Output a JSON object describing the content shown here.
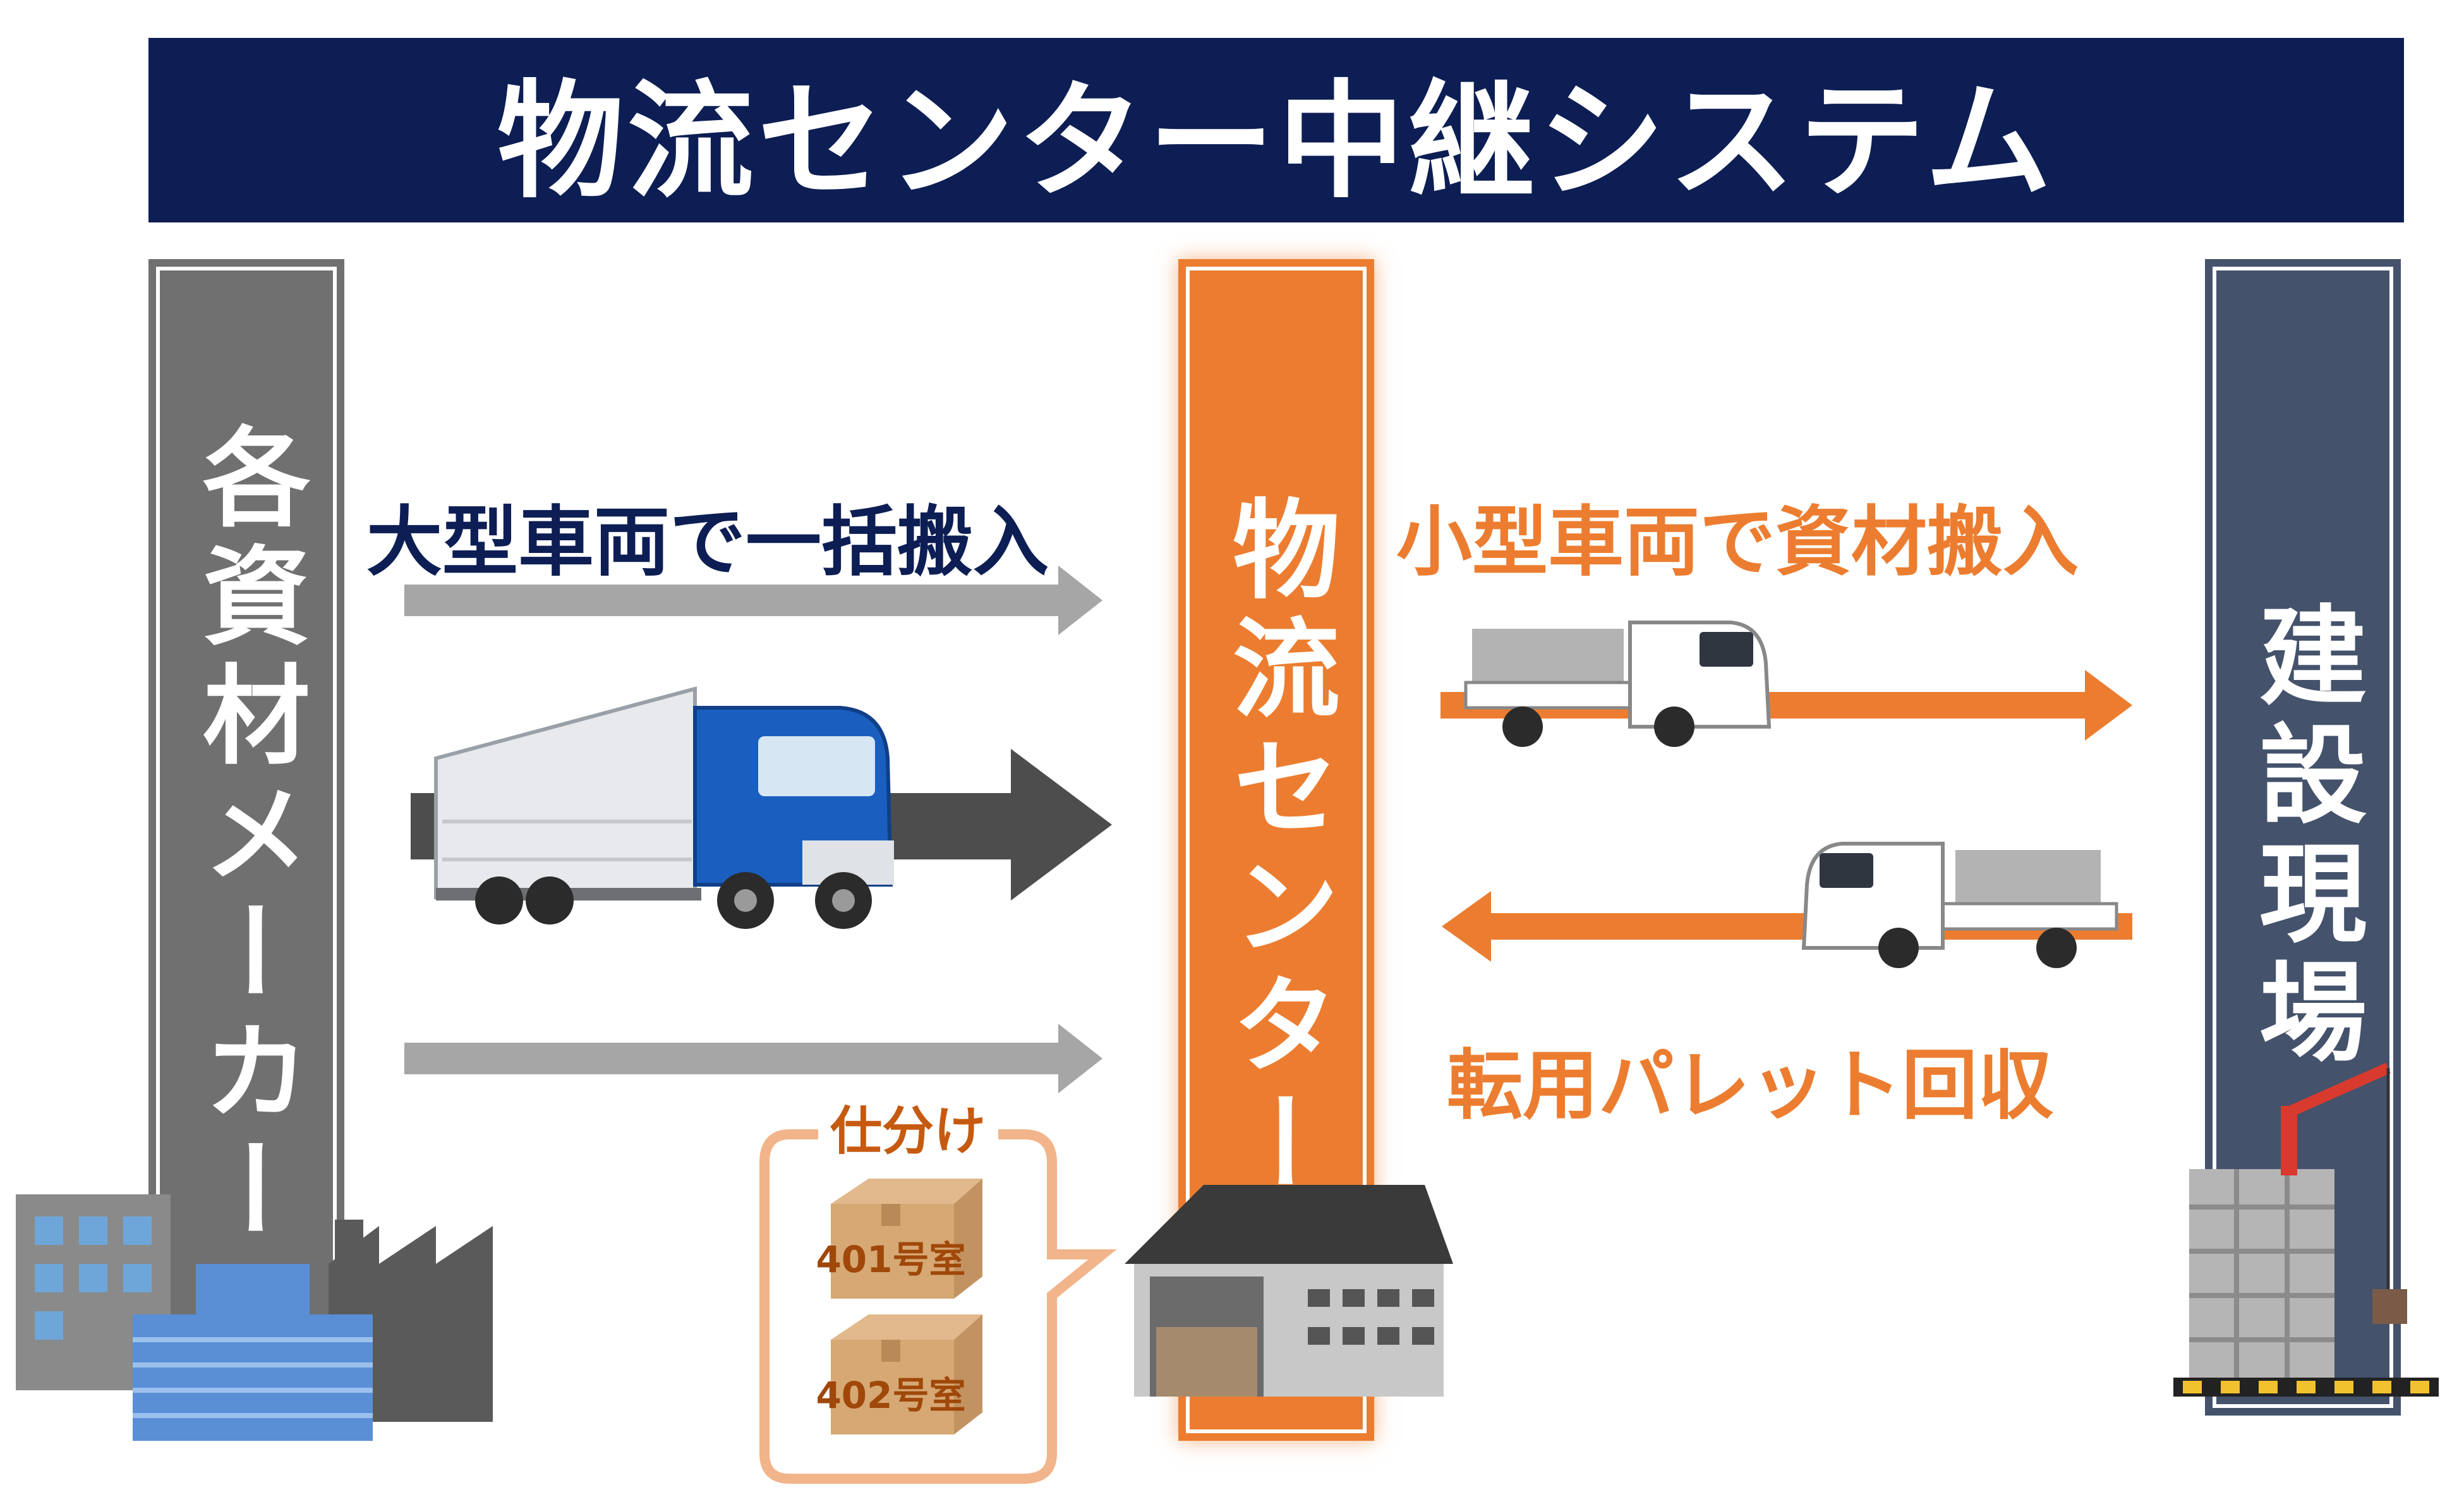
{
  "title": "物流センター中継システム",
  "pillars": {
    "maker": "各資材メーカー",
    "center": "物流センター",
    "site": "建設現場"
  },
  "captions": {
    "large_vehicle": "大型車両で一括搬入",
    "small_vehicle": "小型車両で資材搬入",
    "pallet_return": "転用パレット回収"
  },
  "sorting": {
    "label": "仕分け",
    "box1": "401号室",
    "box2": "402号室"
  },
  "icons": {
    "factory": "factory-icon",
    "large_truck": "large-truck-icon",
    "small_truck": "small-truck-icon",
    "warehouse": "warehouse-icon",
    "construction": "construction-site-icon",
    "box": "cardboard-box-icon"
  },
  "colors": {
    "navy": "#0d1e54",
    "orange": "#ec7d30",
    "gray": "#707070",
    "slate": "#44526b",
    "light_arrow": "#a6a6a6",
    "dark_arrow": "#4d4d4d"
  }
}
